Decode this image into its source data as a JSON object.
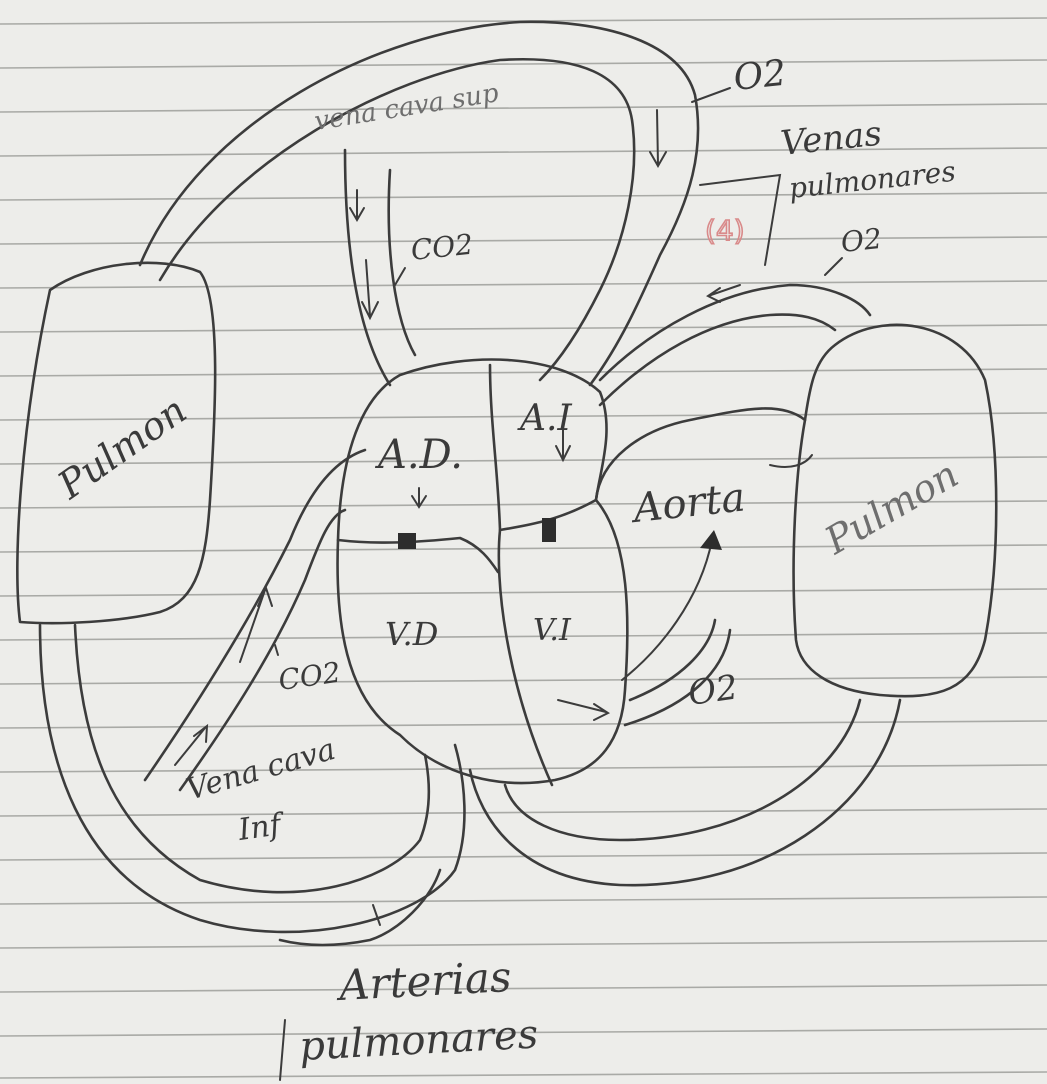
{
  "diagram": {
    "labels": {
      "vena_cava_sup": "vena cava sup",
      "o2_top": "O2",
      "venas_pulmonares_line1": "Venas",
      "venas_pulmonares_line2": "pulmonares",
      "co2_top": "CO2",
      "o2_right": "O2",
      "pulmon_left": "Pulmon",
      "pulmon_right": "Pulmon",
      "atrium_right": "A.D.",
      "atrium_left": "A.I",
      "aorta": "Aorta",
      "ventricle_right": "V.D",
      "ventricle_left": "V.I",
      "co2_bottom": "CO2",
      "o2_bottom": "O2",
      "vena_cava_inf_line1": "Vena cava",
      "vena_cava_inf_line2": "Inf",
      "arterias_pulmonares_line1": "Arterias",
      "arterias_pulmonares_line2": "pulmonares",
      "red_mark": "(4)"
    },
    "colors": {
      "paper": "#ededea",
      "ink": "#3c3c3c",
      "rule_line": "#a9aaa6",
      "red_mark": "#d98a8a"
    }
  }
}
